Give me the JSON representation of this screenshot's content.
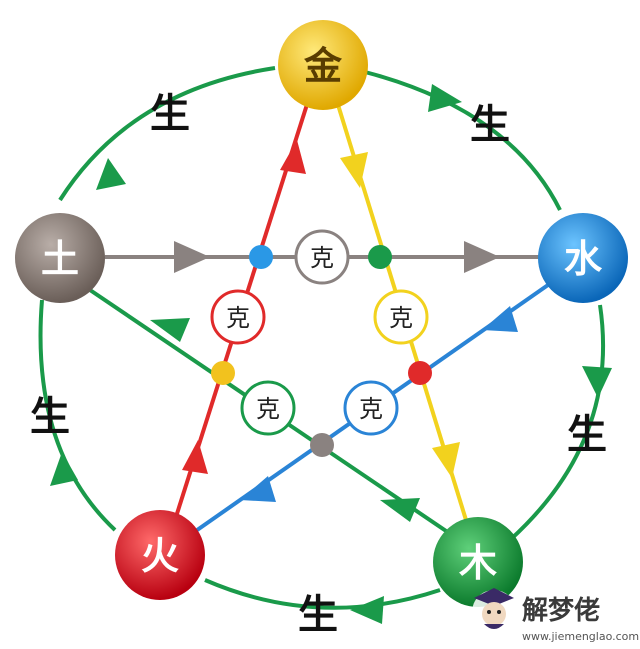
{
  "colors": {
    "sheng": "#1a9a4a",
    "ke_red": "#e02a2a",
    "ke_yellow": "#f2d21e",
    "ke_gray": "#8a8280",
    "ke_blue": "#2a84d6",
    "ke_green": "#1a9a4a"
  },
  "nodes": {
    "metal": {
      "label": "金",
      "color": "#f2c20e"
    },
    "water": {
      "label": "水",
      "color": "#1a88dc"
    },
    "wood": {
      "label": "木",
      "color": "#1a9a3e"
    },
    "fire": {
      "label": "火",
      "color": "#e01e24"
    },
    "earth": {
      "label": "土",
      "color": "#8a7e78"
    }
  },
  "sheng_labels": {
    "metal_water": "生",
    "water_wood": "生",
    "wood_fire": "生",
    "fire_earth": "生",
    "earth_metal": "生"
  },
  "ke_labels": {
    "earth_water": "克",
    "fire_metal": "克",
    "metal_wood": "克",
    "wood_earth": "克",
    "water_fire": "克"
  },
  "watermark": {
    "brand": "解梦佬",
    "url": "www.jiemenglao.com"
  }
}
